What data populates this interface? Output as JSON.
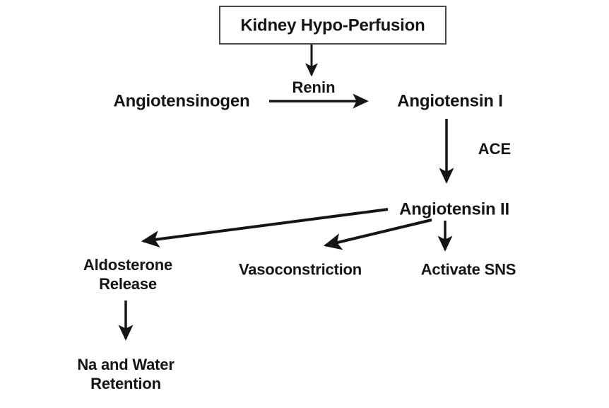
{
  "diagram": {
    "title_box": {
      "label": "Kidney Hypo-Perfusion"
    },
    "nodes": [
      {
        "id": "angiotensinogen",
        "label": "Angiotensinogen"
      },
      {
        "id": "angiotensin-i",
        "label": "Angiotensin I"
      },
      {
        "id": "angiotensin-ii",
        "label": "Angiotensin II"
      },
      {
        "id": "aldosterone-release",
        "label": "Aldosterone\nRelease"
      },
      {
        "id": "vasoconstriction",
        "label": "Vasoconstriction"
      },
      {
        "id": "activate-sns",
        "label": "Activate SNS"
      },
      {
        "id": "na-and-water-retention",
        "label": "Na and Water\nRetention"
      }
    ],
    "edge_labels": [
      {
        "id": "renin",
        "label": "Renin"
      },
      {
        "id": "ace",
        "label": "ACE"
      }
    ],
    "colors": {
      "stroke": "#151515",
      "box_border": "#4a4a4a",
      "background": "#ffffff",
      "text": "#151515"
    }
  }
}
